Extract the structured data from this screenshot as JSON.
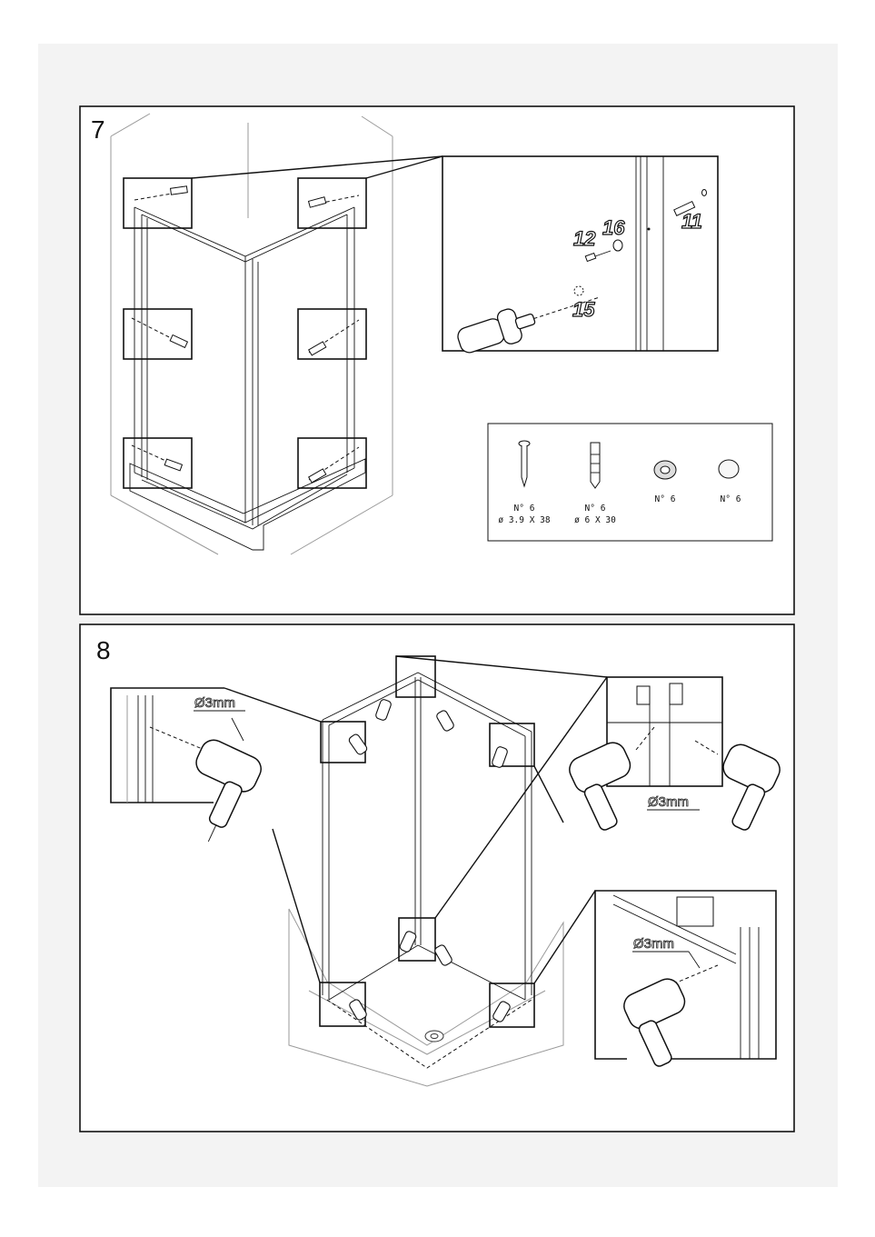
{
  "steps": [
    {
      "number": "7",
      "detail_callouts": [
        "12",
        "16",
        "11",
        "15"
      ],
      "parts": [
        {
          "icon": "screw-icon",
          "qty": "N° 6",
          "size": "ø 3.9 X 38"
        },
        {
          "icon": "wall-plug-icon",
          "qty": "N° 6",
          "size": "ø 6 X 30"
        },
        {
          "icon": "washer-icon",
          "qty": "N° 6",
          "size": ""
        },
        {
          "icon": "cap-icon",
          "qty": "N° 6",
          "size": ""
        }
      ]
    },
    {
      "number": "8",
      "drill_labels": [
        "Ø3mm",
        "Ø3mm",
        "Ø3mm"
      ]
    }
  ]
}
